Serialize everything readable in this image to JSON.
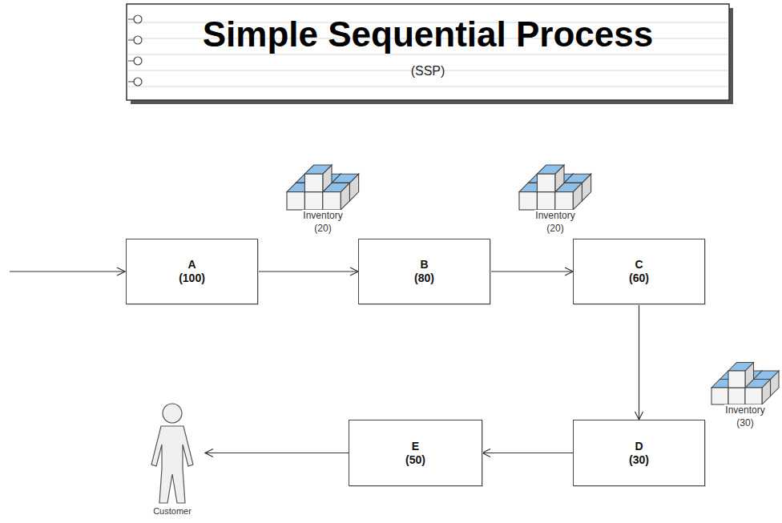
{
  "diagram": {
    "title": "Simple Sequential Process",
    "nodes": [
      {
        "text": [
          "A",
          "(100)"
        ]
      },
      {
        "text": [
          "B",
          "(80)"
        ]
      },
      {
        "text": [
          "C",
          "(60)"
        ]
      },
      {
        "text": [
          "D",
          "(30)"
        ]
      },
      {
        "text": [
          "E",
          "(50)"
        ]
      },
      {
        "text": [
          "Customer"
        ]
      }
    ],
    "edges": [
      {
        "from": 0,
        "to": 1,
        "arrow": "to"
      },
      {
        "from": 1,
        "to": 2,
        "arrow": "to"
      },
      {
        "from": 2,
        "to": 3,
        "arrow": "to"
      },
      {
        "from": 3,
        "to": 4,
        "arrow": "to"
      },
      {
        "from": 4,
        "to": 5,
        "arrow": "to"
      }
    ],
    "labels": [
      "(SSP)",
      "Inventory",
      "(20)",
      "Inventory",
      "(20)",
      "Inventory",
      "(30)"
    ]
  }
}
